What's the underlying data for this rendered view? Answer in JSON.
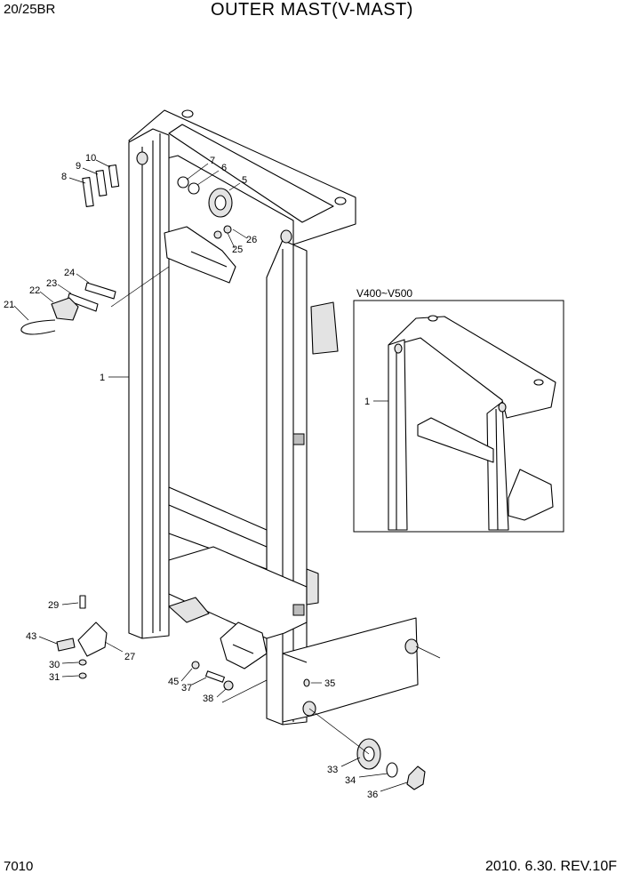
{
  "header": {
    "model": "20/25BR",
    "title": "OUTER MAST(V-MAST)"
  },
  "footer": {
    "page": "7010",
    "date_rev": "2010. 6.30.  REV.10F"
  },
  "inset": {
    "label": "V400~V500",
    "part_label": "1"
  },
  "callouts": [
    "1",
    "5",
    "6",
    "7",
    "8",
    "9",
    "10",
    "21",
    "22",
    "23",
    "24",
    "25",
    "26",
    "27",
    "29",
    "30",
    "31",
    "33",
    "34",
    "35",
    "36",
    "37",
    "38",
    "43",
    "45"
  ]
}
